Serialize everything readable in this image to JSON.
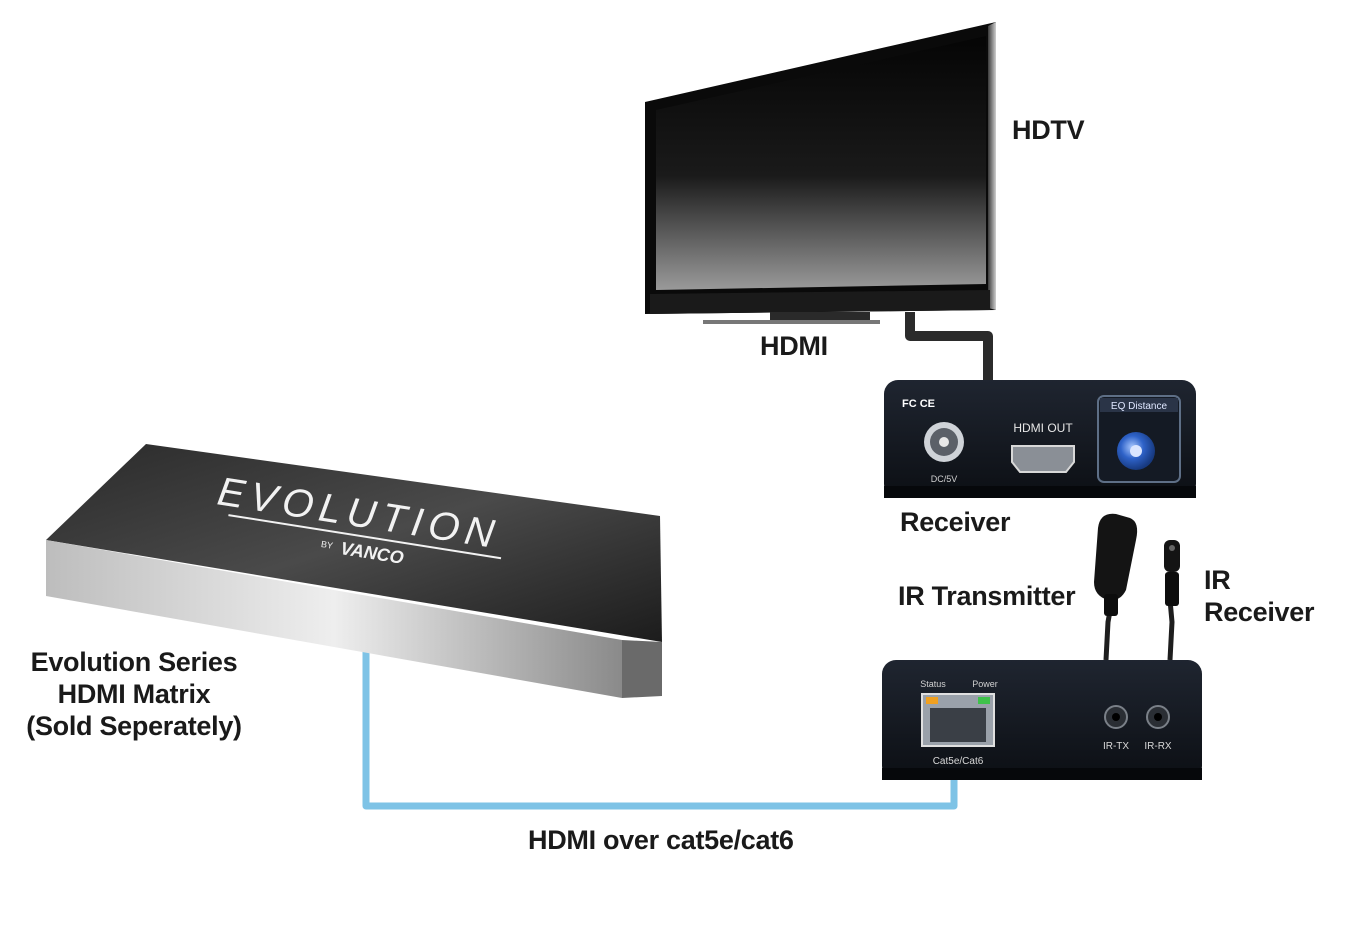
{
  "labels": {
    "hdtv": "HDTV",
    "hdmi": "HDMI",
    "receiver": "Receiver",
    "ir_transmitter": "IR Transmitter",
    "ir_receiver_line1": "IR",
    "ir_receiver_line2": "Receiver",
    "matrix_line1": "Evolution Series",
    "matrix_line2": "HDMI Matrix",
    "matrix_line3": "(Sold Seperately)",
    "cable": "HDMI over cat5e/cat6"
  },
  "receiver_panel": {
    "cert_marks": "FC CE",
    "hdmi_out": "HDMI OUT",
    "eq_distance": "EQ Distance",
    "power_jack": "DC/5V"
  },
  "transmitter_panel": {
    "status": "Status",
    "power": "Power",
    "rj45": "Cat5e/Cat6",
    "ir_tx": "IR-TX",
    "ir_rx": "IR-RX"
  },
  "matrix_device": {
    "brand": "EVOLUTION",
    "maker_prefix": "BY",
    "maker": "VANCO"
  },
  "colors": {
    "cable_blue": "#7ec3e6",
    "device_dark": "#141820",
    "label_text": "#1a1a1a"
  }
}
